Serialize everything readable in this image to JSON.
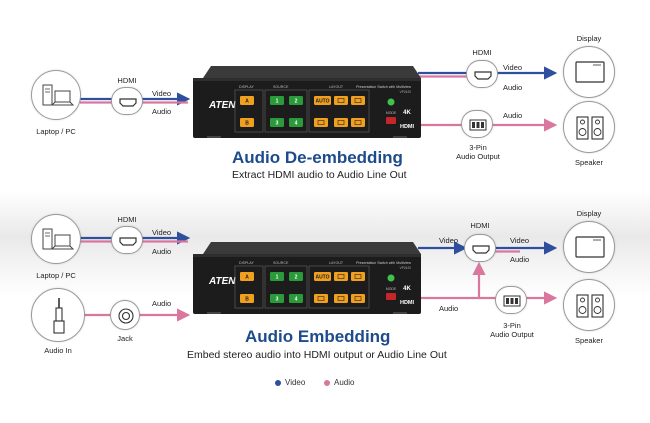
{
  "deembed": {
    "title": "Audio De-embedding",
    "subtitle": "Extract HDMI audio to Audio Line Out",
    "source_label": "Laptop / PC",
    "hdmi_in_label": "HDMI",
    "hdmi_in_video": "Video",
    "hdmi_in_audio": "Audio",
    "hdmi_out_label": "HDMI",
    "hdmi_out_video": "Video",
    "hdmi_out_audio": "Audio",
    "audio_out_label": "Audio",
    "pin_label": "3-Pin\nAudio Output",
    "display_label": "Display",
    "speaker_label": "Speaker"
  },
  "embed": {
    "title": "Audio Embedding",
    "subtitle": "Embed stereo audio into HDMI output or Audio Line Out",
    "source_label": "Laptop / PC",
    "hdmi_in_label": "HDMI",
    "hdmi_in_video": "Video",
    "hdmi_in_audio": "Audio",
    "audio_in_label": "Audio In",
    "jack_label": "Jack",
    "jack_audio": "Audio",
    "out_video": "Video",
    "out_audio": "Audio",
    "hdmi_out_label": "HDMI",
    "hdmi_out_video": "Video",
    "hdmi_out_audio": "Audio",
    "pin_label": "3-Pin\nAudio Output",
    "display_label": "Display",
    "speaker_label": "Speaker"
  },
  "device": {
    "brand": "ATEN",
    "section_display": "DISPLAY",
    "section_source": "SOURCE",
    "section_layout": "LAYOUT",
    "btn_a": "A",
    "btn_b": "B",
    "src_1": "1",
    "src_2": "2",
    "src_3": "3",
    "src_4": "4",
    "auto": "AUTO",
    "mode": "MODE",
    "badge_4k": "4K",
    "hdmi_logo": "HDMI",
    "product_line": "Presentation Switch with Multiview",
    "model": "VP2420"
  },
  "legend": {
    "video": "Video",
    "audio": "Audio"
  },
  "colors": {
    "video": "#2d4f9e",
    "audio": "#d9779f",
    "title": "#1e4b8c"
  }
}
